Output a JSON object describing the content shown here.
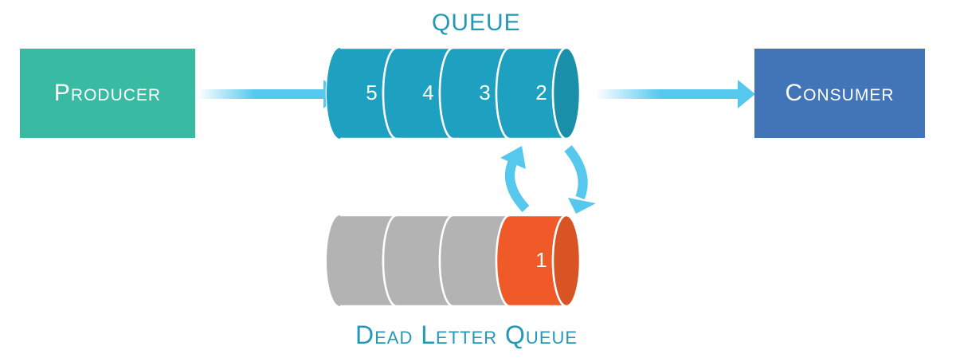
{
  "producer": {
    "label": "Producer",
    "color": "#38bba2"
  },
  "consumer": {
    "label": "Consumer",
    "color": "#4274b8"
  },
  "queue": {
    "title": "QUEUE",
    "color": "#1ea1c0",
    "end_color": "#1a8fa9",
    "items": [
      "5",
      "4",
      "3",
      "2"
    ]
  },
  "dead_letter_queue": {
    "title": "Dead Letter Queue",
    "empty_color": "#b3b3b3",
    "active_color": "#f05a28",
    "active_end_color": "#d95424",
    "items": [
      "",
      "",
      "",
      "1"
    ]
  },
  "arrow_color": "#56c8ee",
  "title_color": "#2299b8"
}
